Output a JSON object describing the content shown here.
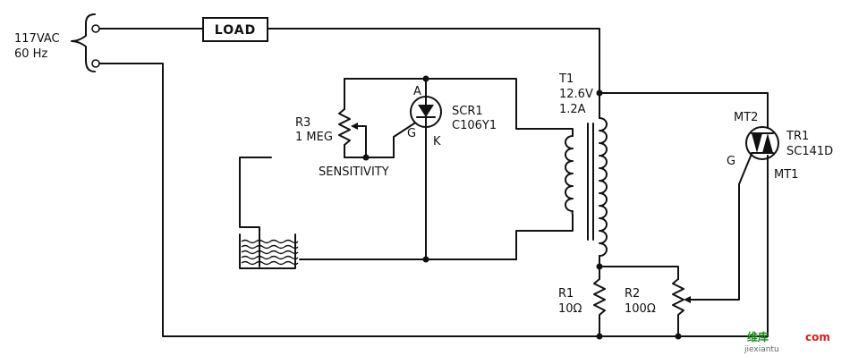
{
  "source": {
    "line1": "117VAC",
    "line2": "60 Hz"
  },
  "load": {
    "label": "LOAD"
  },
  "scr": {
    "name": "SCR1",
    "part": "C106Y1",
    "pin_a": "A",
    "pin_g": "G",
    "pin_k": "K"
  },
  "r3": {
    "name": "R3",
    "value": "1 MEG",
    "function": "SENSITIVITY"
  },
  "transformer": {
    "name": "T1",
    "voltage": "12.6V",
    "current": "1.2A"
  },
  "triac": {
    "name": "TR1",
    "part": "SC141D",
    "pin_mt2": "MT2",
    "pin_mt1": "MT1",
    "pin_g": "G"
  },
  "r1": {
    "name": "R1",
    "value": "10Ω"
  },
  "r2": {
    "name": "R2",
    "value": "100Ω"
  },
  "watermark": {
    "text_a": "维库",
    "text_b": "com",
    "sub": "jiexiantu"
  },
  "colors": {
    "wire": "#111111",
    "watermark_green": "#1a8a1a",
    "watermark_red": "#d42020"
  }
}
